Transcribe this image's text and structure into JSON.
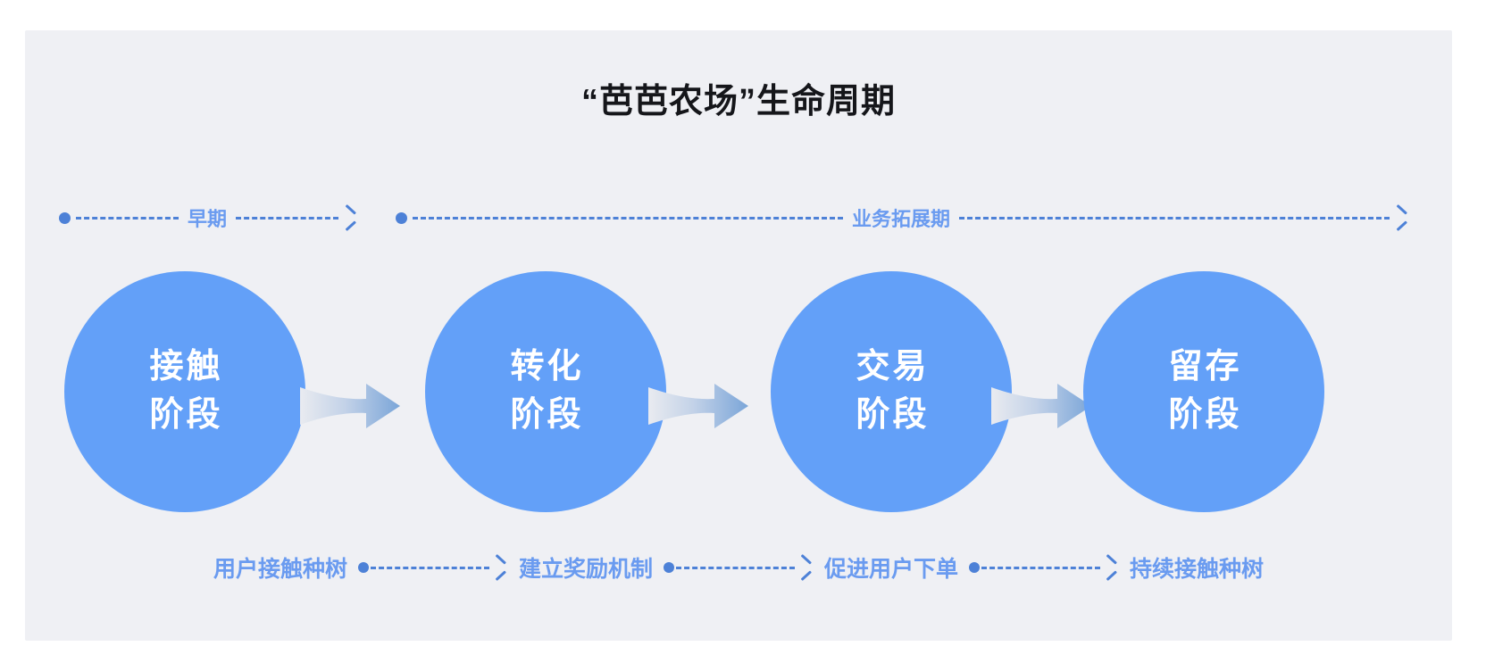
{
  "card": {
    "background_color": "#eff0f4"
  },
  "title": "“芭芭农场”生命周期",
  "colors": {
    "circle_fill": "#63a0f8",
    "accent_text": "#6a9bf0",
    "dash_line": "#4d81d7",
    "title_text": "#15161a",
    "arrow_gradient_from": "#e9ebf0",
    "arrow_gradient_to": "#7aa5d8"
  },
  "phases": [
    {
      "label": "早期"
    },
    {
      "label": "业务拓展期"
    }
  ],
  "stages": [
    {
      "line1": "接触",
      "line2": "阶段"
    },
    {
      "line1": "转化",
      "line2": "阶段"
    },
    {
      "line1": "交易",
      "line2": "阶段"
    },
    {
      "line1": "留存",
      "line2": "阶段"
    }
  ],
  "steps": [
    {
      "label": "用户接触种树"
    },
    {
      "label": "建立奖励机制"
    },
    {
      "label": "促进用户下单"
    },
    {
      "label": "持续接触种树"
    }
  ]
}
